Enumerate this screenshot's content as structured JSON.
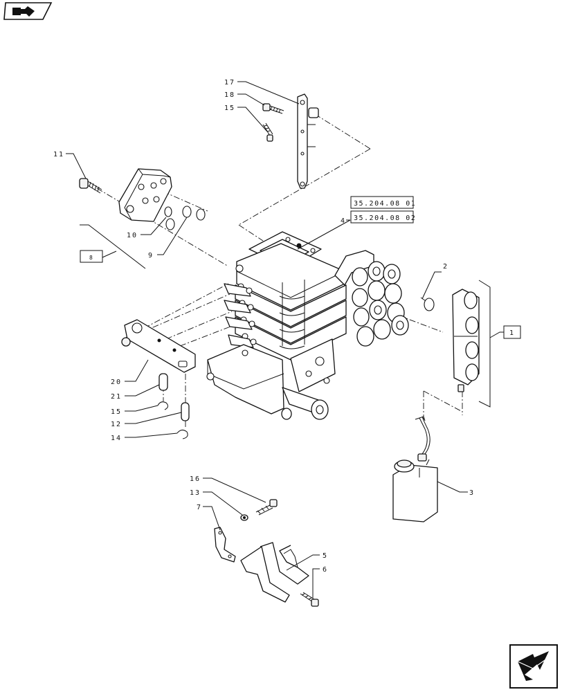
{
  "diagram": {
    "callouts": {
      "c1": "1",
      "c2": "2",
      "c3": "3",
      "c4": "4",
      "c5": "5",
      "c6": "6",
      "c7": "7",
      "c8": "8",
      "c9": "9",
      "c10": "10",
      "c11": "11",
      "c12": "12",
      "c13": "13",
      "c14": "14",
      "c15a": "15",
      "c15b": "15",
      "c16": "16",
      "c17": "17",
      "c18": "18",
      "c20": "20",
      "c21": "21"
    },
    "references": {
      "ref_a": "35.204.08 01",
      "ref_b": "35.204.08 02"
    }
  },
  "nav": {
    "top_icon": "back-arrow-icon",
    "bottom_icon": "next-arrow-icon"
  },
  "colors": {
    "ink": "#111111",
    "paper": "#ffffff"
  }
}
